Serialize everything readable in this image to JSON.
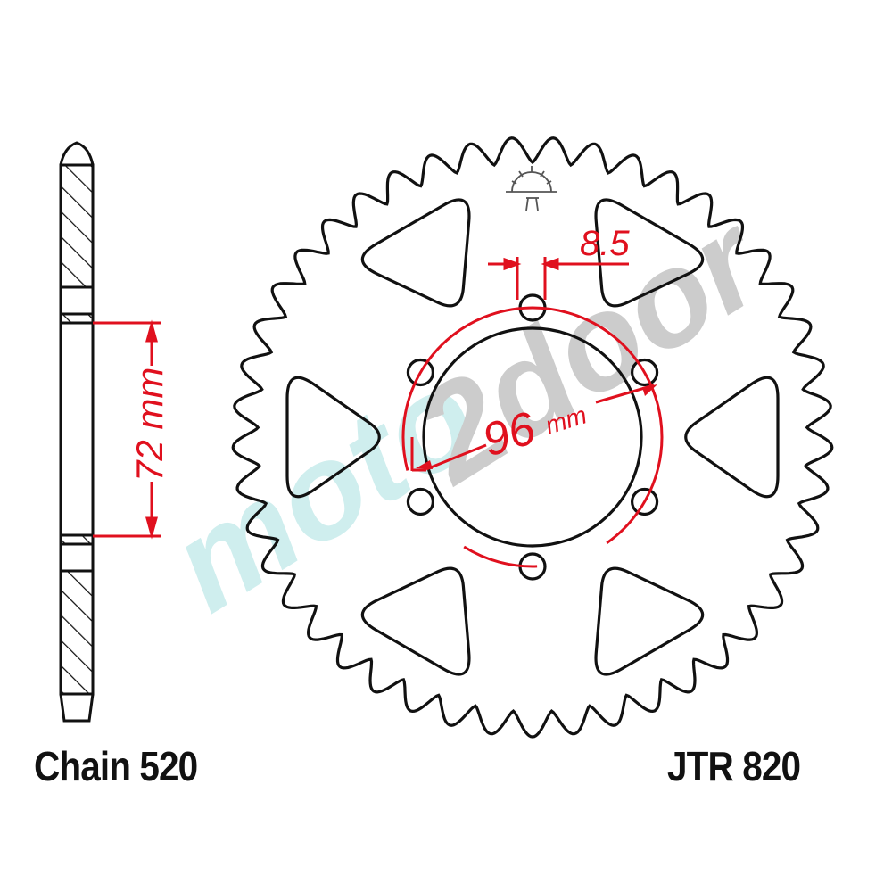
{
  "diagram": {
    "title_left": "Chain 520",
    "title_right": "JTR 820",
    "dimensions": {
      "bolt_hole_spacing": {
        "value": "8.5"
      },
      "pcd": {
        "value": "96",
        "unit": "mm",
        "label": "96 mm"
      },
      "center_bore_height": {
        "value": "72",
        "unit": "mm",
        "label": "72 mm"
      }
    },
    "sprocket": {
      "type": "rear sprocket",
      "teeth_approx": 45,
      "bolt_holes": 6,
      "lightening_cutouts": 6
    },
    "watermark": {
      "part1": "moto",
      "part2": "2door"
    },
    "colors": {
      "outline": "#111111",
      "dimension": "#e0101e",
      "watermark_cyan": "#cfeeee",
      "watermark_gray": "#cccccc"
    }
  }
}
